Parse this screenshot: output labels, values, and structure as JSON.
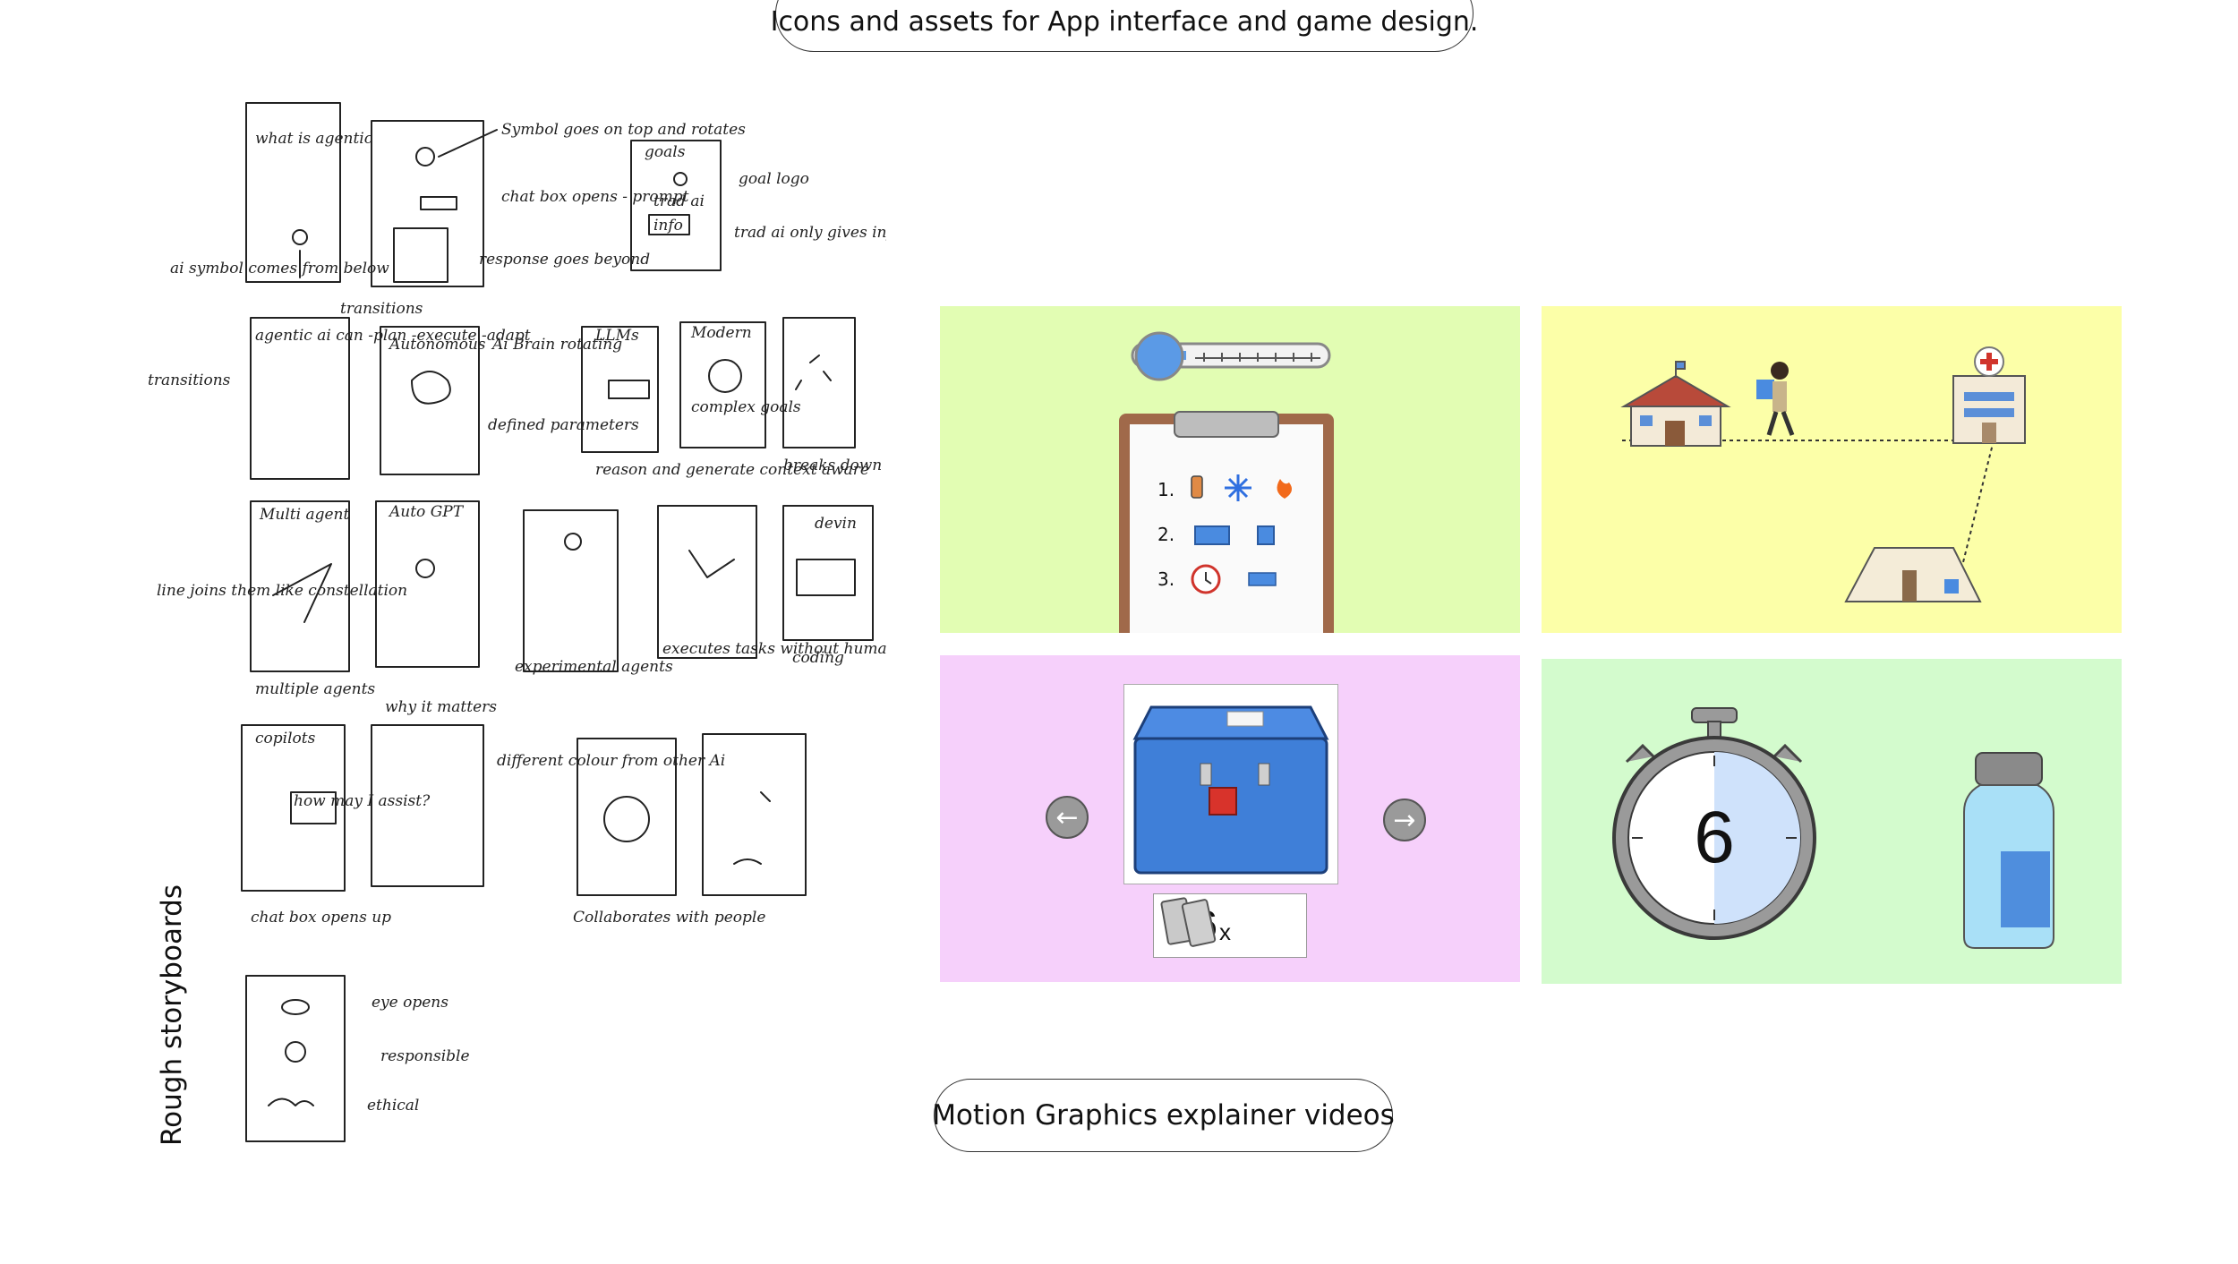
{
  "header_pill": {
    "label": "Icons and assets for App interface and game design."
  },
  "footer_pill": {
    "label": "Motion Graphics explainer videos"
  },
  "side_label": {
    "text": "Rough storyboards"
  },
  "clipboard_list": {
    "numbers": [
      "1.",
      "2.",
      "3."
    ]
  },
  "cooler_count": {
    "number": "26",
    "multiplier": "x"
  },
  "timer": {
    "value": "6"
  },
  "nav": {
    "prev_glyph": "←",
    "next_glyph": "→"
  },
  "storyboard_notes": {
    "n1": "what is agentic",
    "n2": "ai symbol comes from below",
    "n3": "Symbol goes on top and rotates",
    "n4": "chat box opens - prompt",
    "n5": "response goes beyond",
    "n6": "transitions",
    "n7": "goals",
    "n8": "goal logo",
    "n9": "trad ai",
    "n10": "info",
    "n11": "trad ai only gives info",
    "n12": "agentic ai can -plan -execute -adapt",
    "n13": "transitions",
    "n14": "Autonomous",
    "n15": "Ai Brain rotating",
    "n16": "defined parameters",
    "n17": "LLMs",
    "n18": "reason and generate context aware",
    "n19": "Modern",
    "n20": "complex goals",
    "n21": "breaks down",
    "n22": "Multi agent",
    "n23": "line joins them like constellation",
    "n24": "multiple agents",
    "n25": "Auto GPT",
    "n26": "experimental agents",
    "n27": "executes tasks without humans",
    "n28": "devin",
    "n29": "coding",
    "n30": "why it matters",
    "n31": "copilots",
    "n32": "how may I assist?",
    "n33": "chat box opens up",
    "n34": "different colour from other Ai",
    "n35": "Collaborates with people",
    "n36": "eye opens",
    "n37": "responsible",
    "n38": "ethical"
  },
  "colors": {
    "green_panel": "#e2fdb3",
    "yellow_panel": "#fcffa8",
    "pink_panel": "#f6d0fb",
    "mint_panel": "#d3fbcd",
    "cooler_blue": "#3f7fd8",
    "cooler_red": "#d8332b",
    "timer_fill": "#cfe2fb",
    "clipboard_brown": "#a0694a"
  },
  "icons": [
    "thermometer-icon",
    "clipboard-icon",
    "bottle-icon",
    "snowflake-icon",
    "flame-icon",
    "box-icon",
    "clock-icon",
    "truck-icon",
    "house-icon",
    "walker-icon",
    "hospital-icon",
    "tent-icon",
    "cooler-box-icon",
    "vial-icon",
    "stopwatch-icon",
    "arrow-left-icon",
    "arrow-right-icon",
    "strip-icon"
  ]
}
